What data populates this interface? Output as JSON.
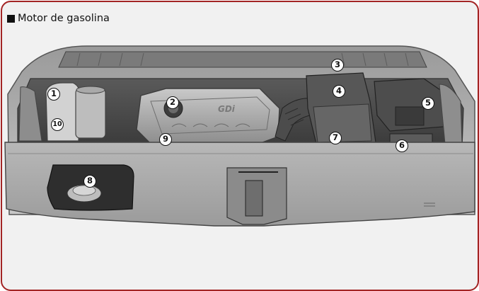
{
  "caption": "Motor de gasolina",
  "engine_badge": "GDi",
  "callouts": [
    "1",
    "2",
    "3",
    "4",
    "5",
    "6",
    "7",
    "8",
    "9",
    "10"
  ]
}
